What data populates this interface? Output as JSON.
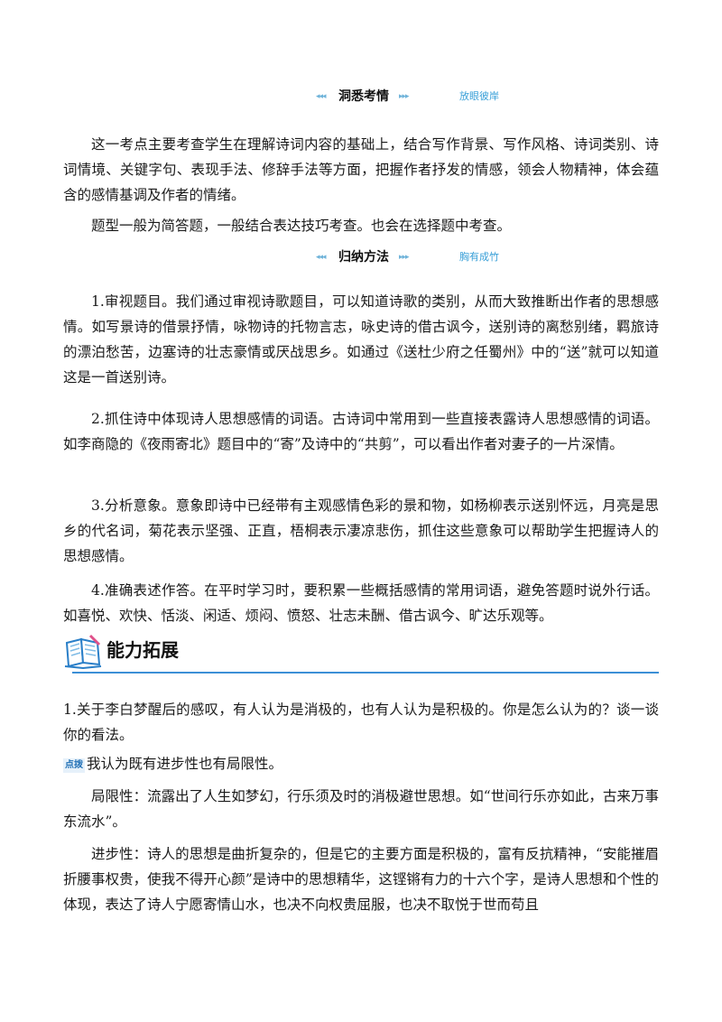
{
  "section1": {
    "title": "洞悉考情",
    "subtitle": "放眼彼岸"
  },
  "section1_paras": [
    "这一考点主要考查学生在理解诗词内容的基础上，结合写作背景、写作风格、诗词类别、诗词情境、关键字句、表现手法、修辞手法等方面，把握作者抒发的情感，领会人物精神，体会蕴含的感情基调及作者的情绪。",
    "题型一般为简答题，一般结合表达技巧考查。也会在选择题中考查。"
  ],
  "section2": {
    "title": "归纳方法",
    "subtitle": "胸有成竹"
  },
  "section2_paras": [
    "1.审视题目。我们通过审视诗歌题目，可以知道诗歌的类别，从而大致推断出作者的思想感情。如写景诗的借景抒情，咏物诗的托物言志，咏史诗的借古讽今，送别诗的离愁别绪，羁旅诗的漂泊愁苦，边塞诗的壮志豪情或厌战思乡。如通过《送杜少府之任蜀州》中的“送”就可以知道这是一首送别诗。",
    "2.抓住诗中体现诗人思想感情的词语。古诗词中常用到一些直接表露诗人思想感情的词语。如李商隐的《夜雨寄北》题目中的“寄”及诗中的“共剪”，可以看出作者对妻子的一片深情。",
    "3.分析意象。意象即诗中已经带有主观感情色彩的景和物，如杨柳表示送别怀远，月亮是思乡的代名词，菊花表示坚强、正直，梧桐表示凄凉悲伤，抓住这些意象可以帮助学生把握诗人的思想感情。",
    "4.准确表述作答。在平时学习时，要积累一些概括感情的常用词语，避免答题时说外行话。如喜悦、欢快、恬淡、闲适、烦闷、愤怒、壮志未酬、借古讽今、旷达乐观等。"
  ],
  "banner": {
    "title": "能力拓展"
  },
  "question": "1.关于李白梦醒后的感叹，有人认为是消极的，也有人认为是积极的。你是怎么认为的？谈一谈你的看法。",
  "tip_label": "点拨",
  "answer_intro": "我认为既有进步性也有局限性。",
  "answer_paras": [
    "局限性：流露出了人生如梦幻，行乐须及时的消极避世思想。如“世间行乐亦如此，古来万事东流水”。",
    "进步性：诗人的思想是曲折复杂的，但是它的主要方面是积极的，富有反抗精神，“安能摧眉折腰事权贵，使我不得开心颜”是诗中的思想精华，这铿锵有力的十六个字，是诗人思想和个性的体现，表达了诗人宁愿寄情山水，也决不向权贵屈服，也决不取悦于世而苟且"
  ],
  "colors": {
    "accent": "#3aa0d8",
    "rule": "#3c8fd6"
  }
}
